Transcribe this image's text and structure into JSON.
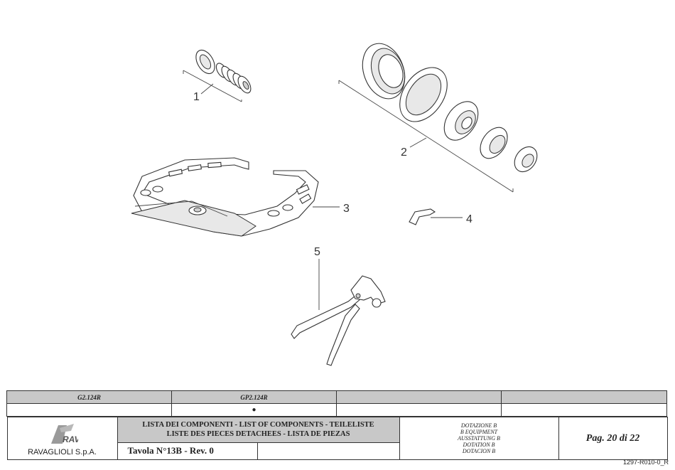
{
  "callouts": [
    "1",
    "2",
    "3",
    "4",
    "5"
  ],
  "title_block": {
    "models": [
      "G2.124R",
      "GP2.124R",
      "",
      ""
    ],
    "marks": [
      "",
      "●",
      "",
      ""
    ],
    "company": "RAVAGLIOLI S.p.A.",
    "logo_letters": "RAV",
    "list_title_line1": "LISTA DEI COMPONENTI - LIST OF COMPONENTS - TEILELISTE",
    "list_title_line2": "LISTE DES PIECES DETACHEES - LISTA DE PIEZAS",
    "tavola": "Tavola N°13B - Rev. 0",
    "dotazione": [
      "DOTAZIONE B",
      "B EQUIPMENT",
      "AUSSTATTUNG B",
      "DOTATION B",
      "DOTACION B"
    ],
    "page": "Pag. 20 di 22"
  },
  "doc_ref": "1297-R010-0_R"
}
